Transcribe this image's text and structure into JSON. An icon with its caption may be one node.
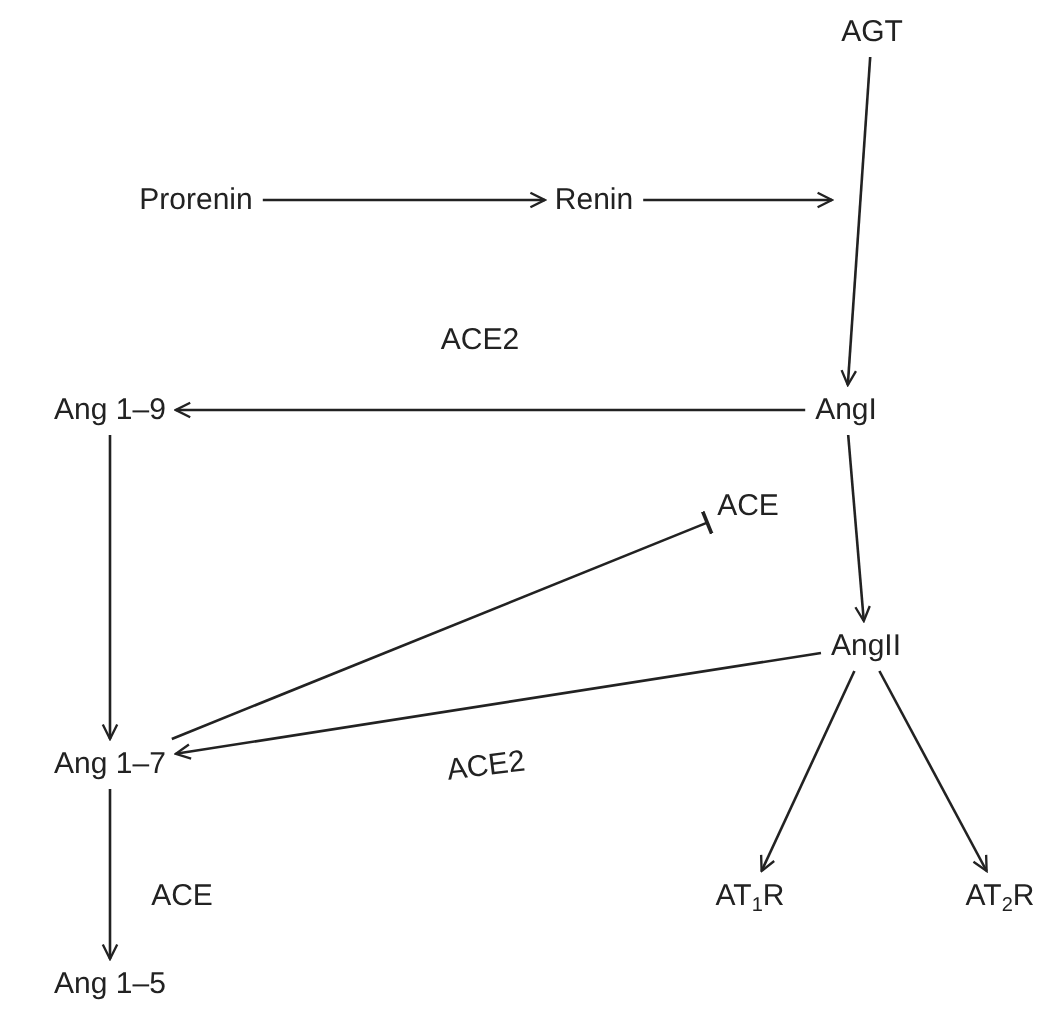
{
  "diagram": {
    "nodes": [
      {
        "text": [
          "AGT"
        ]
      },
      {
        "text": [
          "Prorenin"
        ]
      },
      {
        "text": [
          "Renin"
        ]
      },
      {
        "text": [
          "Ang 1–9"
        ]
      },
      {
        "text": [
          "AngI"
        ]
      },
      {
        "text": [
          "ACE"
        ]
      },
      {
        "text": [
          "AngII"
        ]
      },
      {
        "text": [
          "Ang 1–7"
        ]
      },
      {
        "text": [
          "AT$_{1}$R"
        ]
      },
      {
        "text": [
          "AT$_{2}$R"
        ]
      },
      {
        "text": [
          "Ang 1–5"
        ]
      }
    ],
    "edges": [
      {
        "from": 1,
        "to": 2,
        "arrow": "to"
      },
      {
        "from": 2,
        "to": null,
        "arrow": "to"
      },
      {
        "from": 0,
        "to": 4,
        "arrow": "to"
      },
      {
        "from": 4,
        "to": 3,
        "arrow": "to",
        "label": "ACE2"
      },
      {
        "from": 4,
        "to": 6,
        "arrow": "to"
      },
      {
        "from": 3,
        "to": 7,
        "arrow": "to"
      },
      {
        "from": 7,
        "to": 5,
        "arrow": "other"
      },
      {
        "from": 6,
        "to": 7,
        "arrow": "to",
        "label": "ACE2"
      },
      {
        "from": 6,
        "to": 8,
        "arrow": "to"
      },
      {
        "from": 6,
        "to": 9,
        "arrow": "to"
      },
      {
        "from": 7,
        "to": 10,
        "arrow": "to",
        "label": "ACE"
      }
    ]
  }
}
